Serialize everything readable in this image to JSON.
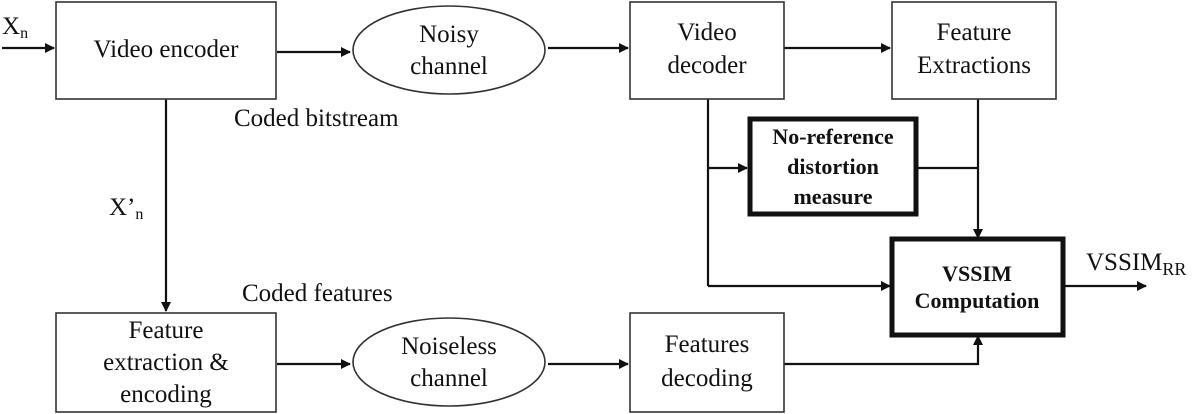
{
  "colors": {
    "line": "#111111",
    "box_border": "#333333",
    "background": "#ffffff"
  },
  "nodes": {
    "video_encoder": "Video encoder",
    "noisy_channel": [
      "Noisy",
      "channel"
    ],
    "video_decoder": [
      "Video",
      "decoder"
    ],
    "feature_extractions": [
      "Feature",
      "Extractions"
    ],
    "no_reference": [
      "No-reference",
      "distortion",
      "measure"
    ],
    "vssim_computation": [
      "VSSIM",
      "Computation"
    ],
    "feature_extraction_encoding": [
      "Feature",
      "extraction &",
      "encoding"
    ],
    "noiseless_channel": [
      "Noiseless",
      "channel"
    ],
    "features_decoding": [
      "Features",
      "decoding"
    ]
  },
  "labels": {
    "input_main": "X",
    "input_sub": "n",
    "coded_bitstream": "Coded bitstream",
    "xprime_main": "X’",
    "xprime_sub": "n",
    "coded_features": "Coded features",
    "output_main": "VSSIM",
    "output_sub": "RR"
  }
}
